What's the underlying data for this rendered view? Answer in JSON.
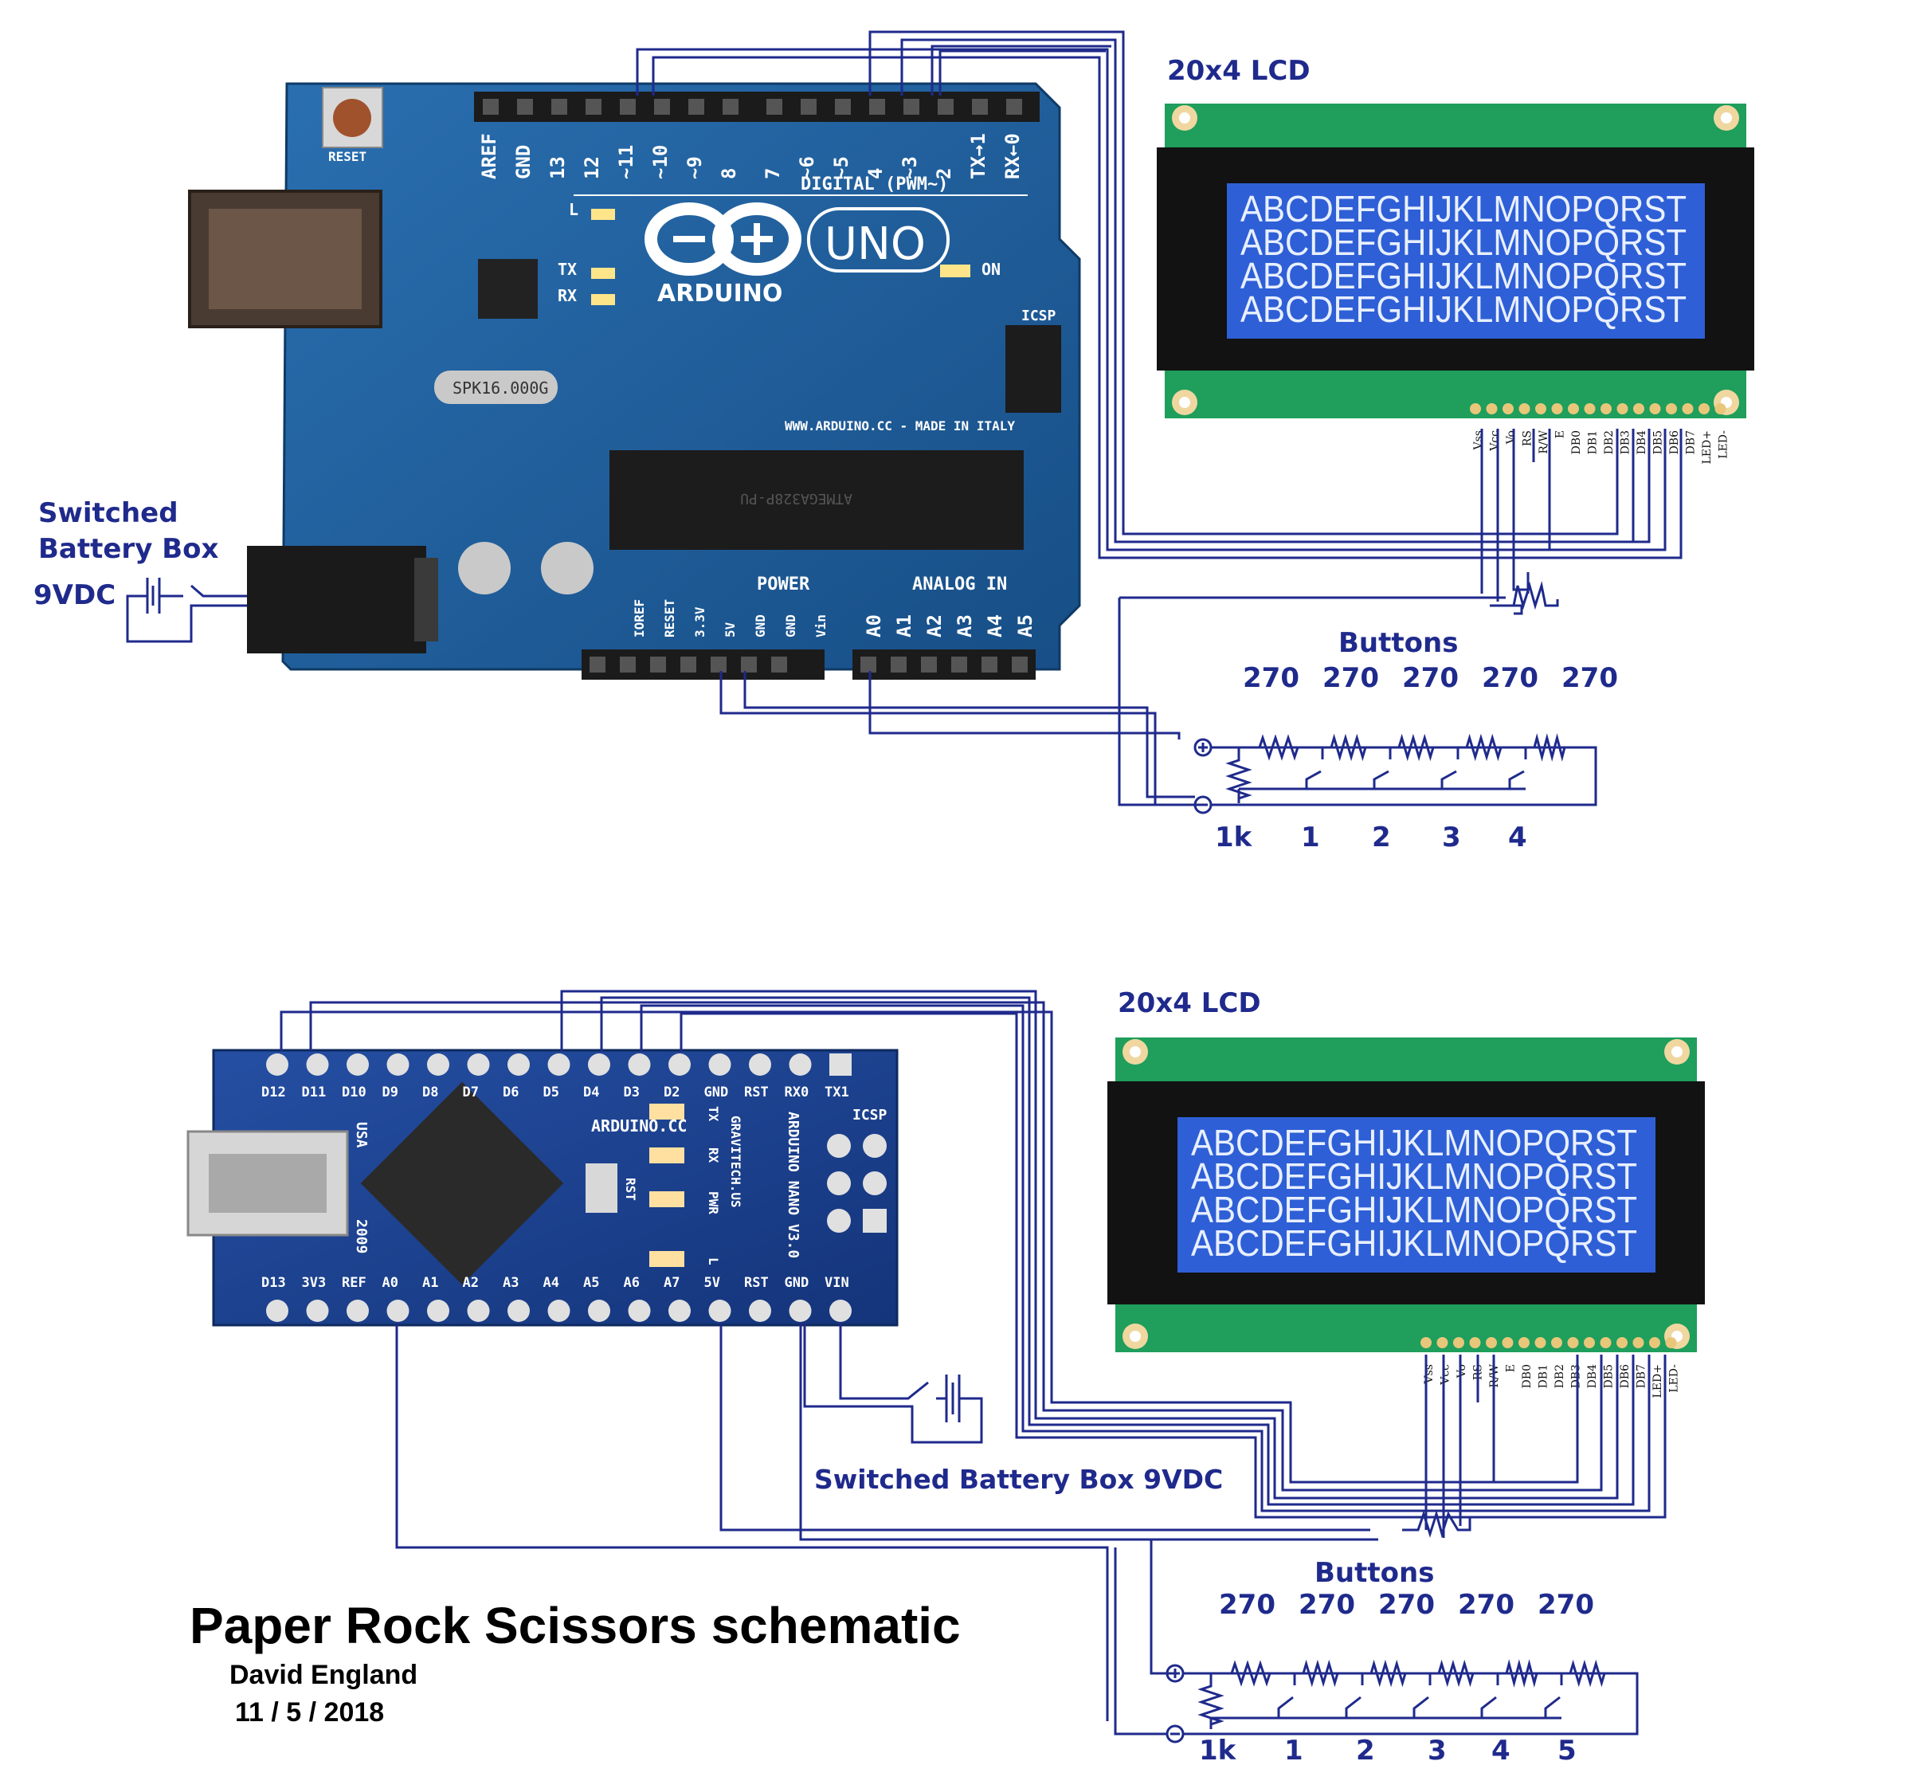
{
  "title": "Paper Rock Scissors schematic",
  "author": "David England",
  "date": "11 / 5 / 2018",
  "top": {
    "lcd_label": "20x4 LCD",
    "battery_label_1": "Switched",
    "battery_label_2": "Battery Box",
    "battery_voltage": "9VDC",
    "buttons_label": "Buttons",
    "resistors": [
      "270",
      "270",
      "270",
      "270",
      "270"
    ],
    "button_numbers": [
      "1k",
      "1",
      "2",
      "3",
      "4"
    ],
    "board": {
      "name": "UNO",
      "brand": "ARDUINO",
      "digital_label": "DIGITAL (PWM~)",
      "digital_pins": [
        "AREF",
        "GND",
        "13",
        "12",
        "~11",
        "~10",
        "~9",
        "8",
        "7",
        "~6",
        "~5",
        "4",
        "~3",
        "2",
        "TX→1",
        "RX←0"
      ],
      "power_label": "POWER",
      "power_pins": [
        "IOREF",
        "RESET",
        "3.3V",
        "5V",
        "GND",
        "GND",
        "Vin"
      ],
      "analog_label": "ANALOG IN",
      "analog_pins": [
        "A0",
        "A1",
        "A2",
        "A3",
        "A4",
        "A5"
      ],
      "silk_extra": [
        "RESET",
        "ICSP",
        "ON",
        "L",
        "TX",
        "RX",
        "WWW.ARDUINO.CC - MADE IN ITALY",
        "SPK16.000G",
        "ATMEGA328P-PU"
      ]
    }
  },
  "bottom": {
    "lcd_label": "20x4 LCD",
    "battery_label": "Switched Battery Box 9VDC",
    "buttons_label": "Buttons",
    "resistors": [
      "270",
      "270",
      "270",
      "270",
      "270"
    ],
    "button_numbers": [
      "1k",
      "1",
      "2",
      "3",
      "4",
      "5"
    ],
    "board": {
      "top_pins": [
        "D12",
        "D11",
        "D10",
        "D9",
        "D8",
        "D7",
        "D6",
        "D5",
        "D4",
        "D3",
        "D2",
        "GND",
        "RST",
        "RX0",
        "TX1"
      ],
      "bottom_pins": [
        "D13",
        "3V3",
        "REF",
        "A0",
        "A1",
        "A2",
        "A3",
        "A4",
        "A5",
        "A6",
        "A7",
        "5V",
        "RST",
        "GND",
        "VIN"
      ],
      "silk_extra": [
        "ARDUINO.CC",
        "ARDUINO NANO V3.0",
        "GRAVITECH.US",
        "ICSP",
        "USA",
        "2009",
        "RST",
        "TX",
        "RX",
        "PWR",
        "L"
      ]
    }
  },
  "lcd": {
    "rows": [
      "ABCDEFGHIJKLMNOPQRST",
      "ABCDEFGHIJKLMNOPQRST",
      "ABCDEFGHIJKLMNOPQRST",
      "ABCDEFGHIJKLMNOPQRST"
    ],
    "pins": [
      "Vss",
      "Vcc",
      "Vo",
      "RS",
      "R/W",
      "E",
      "DB0",
      "DB1",
      "DB2",
      "DB3",
      "DB4",
      "DB5",
      "DB6",
      "DB7",
      "LED+",
      "LED-"
    ]
  },
  "colors": {
    "wire": "#1f2a8c",
    "board_blue": "#1c5a9a",
    "nano_blue": "#1a3f8f",
    "lcd_green": "#1f9e5c",
    "lcd_screen": "#2e5fd6"
  }
}
